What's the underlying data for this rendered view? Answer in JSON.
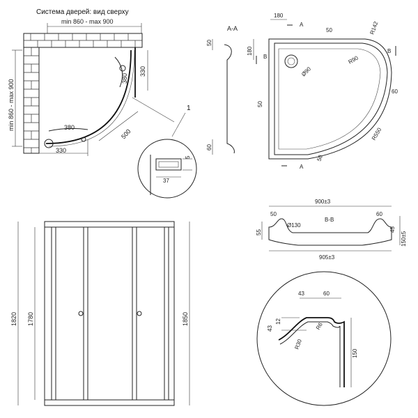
{
  "top_left": {
    "title": "Система дверей: вид сверху",
    "width_label": "min 860 - max 900",
    "height_label": "min 860 - max 900",
    "dim_330_right": "330",
    "dim_380_handle": "380",
    "dim_380_bottom": "380",
    "dim_500": "500",
    "dim_330_bottom": "330"
  },
  "detail_1": {
    "callout": "1",
    "dim_5": "5",
    "dim_37": "37"
  },
  "tray_top": {
    "section_label": "A-A",
    "dim_180_top": "180",
    "mark_a_top": "A",
    "dim_50_top": "50",
    "r142": "R142",
    "dim_180_left": "180",
    "mark_b_left": "B",
    "mark_b_right": "B",
    "d90": "Ø90",
    "r90": "R90",
    "dim_50_left": "50",
    "dim_60_right": "60",
    "r550": "R550",
    "dim_50_bottom": "50",
    "mark_a_bottom": "A",
    "aa_50": "50",
    "aa_60": "60"
  },
  "section_bb": {
    "width_top": "900±3",
    "dim_50": "50",
    "dim_60": "60",
    "d130": "Ø130",
    "label": "B-B",
    "dim_55": "55",
    "dim_45": "45",
    "dim_150": "150±5",
    "width_bottom": "905±3"
  },
  "front": {
    "h1820": "1820",
    "h1780": "1780",
    "h1850": "1850"
  },
  "detail_circle": {
    "d43_top": "43",
    "d60_top": "60",
    "d43_left": "43",
    "d12": "12",
    "r6": "R6",
    "r30": "R30",
    "d150": "150"
  }
}
